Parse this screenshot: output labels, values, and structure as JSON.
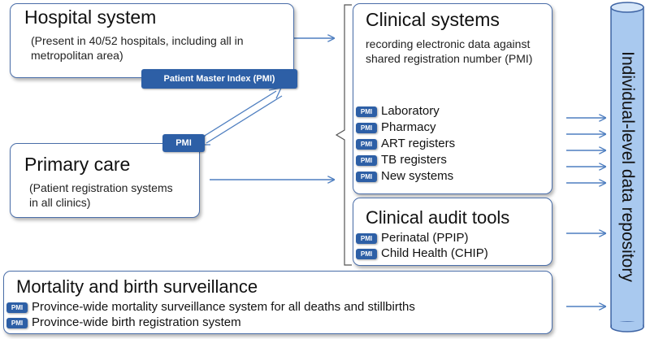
{
  "hospital": {
    "title": "Hospital system",
    "subtitle": "(Present in 40/52 hospitals, including all in metropolitan area)",
    "pmi_badge": "Patient Master Index (PMI)"
  },
  "primary_care": {
    "title": "Primary care",
    "subtitle": "(Patient registration systems in all clinics)",
    "pmi_badge": "PMI"
  },
  "clinical_systems": {
    "title": "Clinical systems",
    "subtitle": "recording electronic data against shared registration number (PMI)",
    "items": [
      {
        "badge": "PMI",
        "label": "Laboratory"
      },
      {
        "badge": "PMI",
        "label": "Pharmacy"
      },
      {
        "badge": "PMI",
        "label": "ART registers"
      },
      {
        "badge": "PMI",
        "label": "TB registers"
      },
      {
        "badge": "PMI",
        "label": "New systems"
      }
    ]
  },
  "clinical_audit": {
    "title": "Clinical audit tools",
    "items": [
      {
        "badge": "PMI",
        "label": "Perinatal (PPIP)"
      },
      {
        "badge": "PMI",
        "label": "Child Health (CHIP)"
      }
    ]
  },
  "surveillance": {
    "title": "Mortality and birth surveillance",
    "items": [
      {
        "badge": "PMI",
        "label": "Province-wide mortality surveillance system for all deaths and stillbirths"
      },
      {
        "badge": "PMI",
        "label": "Province-wide birth registration system"
      }
    ]
  },
  "repository": {
    "label": "Individual-level data repository",
    "fill_color": "#a9c9ef"
  },
  "colors": {
    "border": "#4a6ea9",
    "badge": "#2d5fa6",
    "arrow": "#4f7fc0"
  }
}
